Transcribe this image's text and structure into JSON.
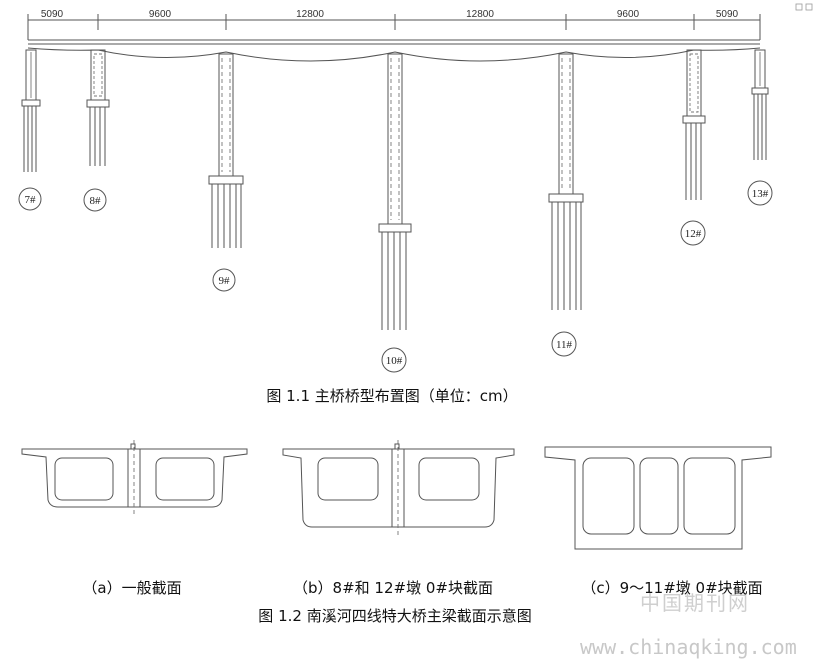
{
  "figure1": {
    "spans": [
      "5090",
      "9600",
      "12800",
      "12800",
      "9600",
      "5090"
    ],
    "piers": [
      "7#",
      "8#",
      "9#",
      "10#",
      "11#",
      "12#",
      "13#"
    ],
    "caption": "图 1.1 主桥桥型布置图（单位：cm）"
  },
  "figure2": {
    "subcaptions": [
      "（a）一般截面",
      "（b）8#和 12#墩 0#块截面",
      "（c）9～11#墩 0#块截面"
    ],
    "caption": "图 1.2  南溪河四线特大桥主梁截面示意图"
  },
  "watermark": {
    "cn": "中国期刊网",
    "url": "www.chinaqking.com"
  }
}
